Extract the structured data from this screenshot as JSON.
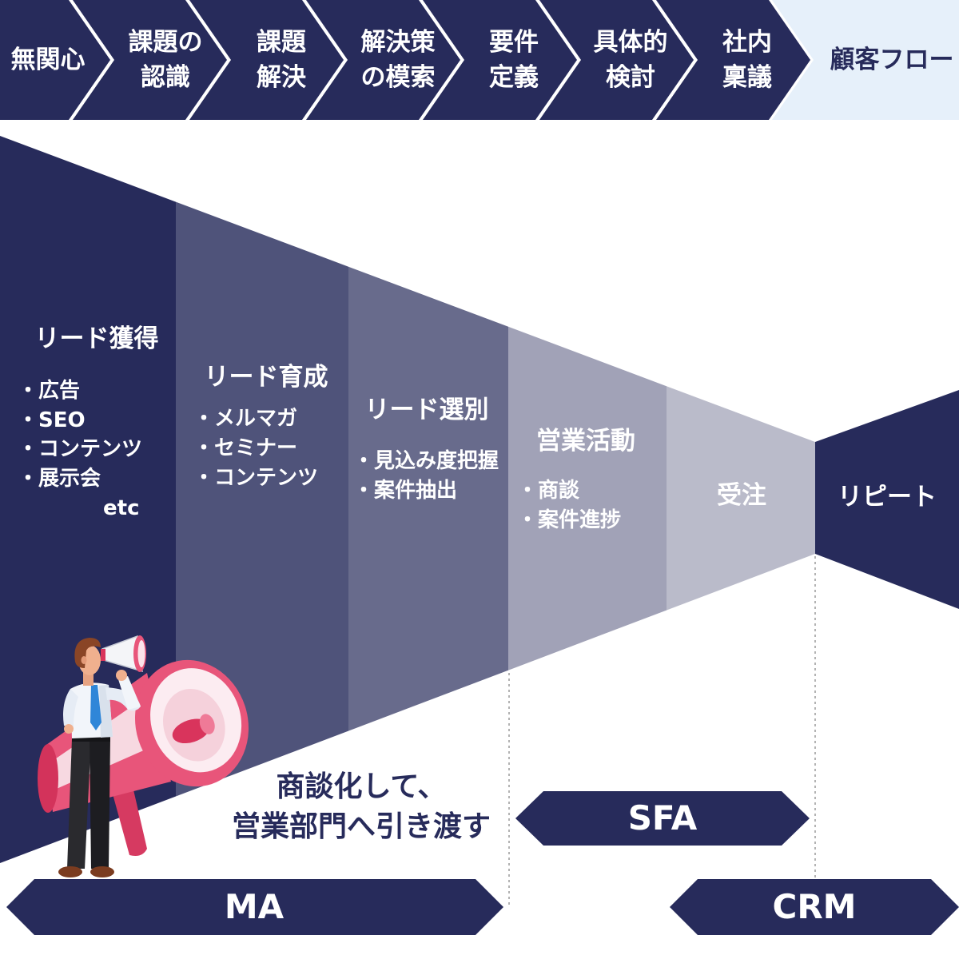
{
  "flow_bar": {
    "steps": [
      {
        "lines": [
          "無関心"
        ]
      },
      {
        "lines": [
          "課題の",
          "認識"
        ]
      },
      {
        "lines": [
          "課題",
          "解決"
        ]
      },
      {
        "lines": [
          "解決策",
          "の模索"
        ]
      },
      {
        "lines": [
          "要件",
          "定義"
        ]
      },
      {
        "lines": [
          "具体的",
          "検討"
        ]
      },
      {
        "lines": [
          "社内",
          "稟議"
        ]
      }
    ],
    "customer_flow_label": "顧客フロー"
  },
  "funnel": {
    "stages": [
      {
        "title": "リード獲得",
        "items": [
          "・広告",
          "・SEO",
          "・コンテンツ",
          "・展示会"
        ],
        "note": "etc"
      },
      {
        "title": "リード育成",
        "items": [
          "・メルマガ",
          "・セミナー",
          "・コンテンツ"
        ]
      },
      {
        "title": "リード選別",
        "items": [
          "・見込み度把握",
          "・案件抽出"
        ]
      },
      {
        "title": "営業活動",
        "items": [
          "・商談",
          "・案件進捗"
        ]
      },
      {
        "title": "受注"
      },
      {
        "title": "リピート"
      }
    ]
  },
  "handoff_message": [
    "商談化して、",
    "営業部門へ引き渡す"
  ],
  "tools": {
    "ma": "MA",
    "sfa": "SFA",
    "crm": "CRM"
  },
  "colors": {
    "navy": "#272b5b",
    "stage_2": "#4f537a",
    "stage_3": "#686b8c",
    "stage_4": "#a1a2b7",
    "stage_5": "#babbca",
    "customer_flow_bg": "#e6f0fa",
    "divider_line": "#9a9a9a",
    "megaphone_pink": "#e8557a"
  },
  "icons": {
    "illustration": "businessman-with-megaphone"
  }
}
